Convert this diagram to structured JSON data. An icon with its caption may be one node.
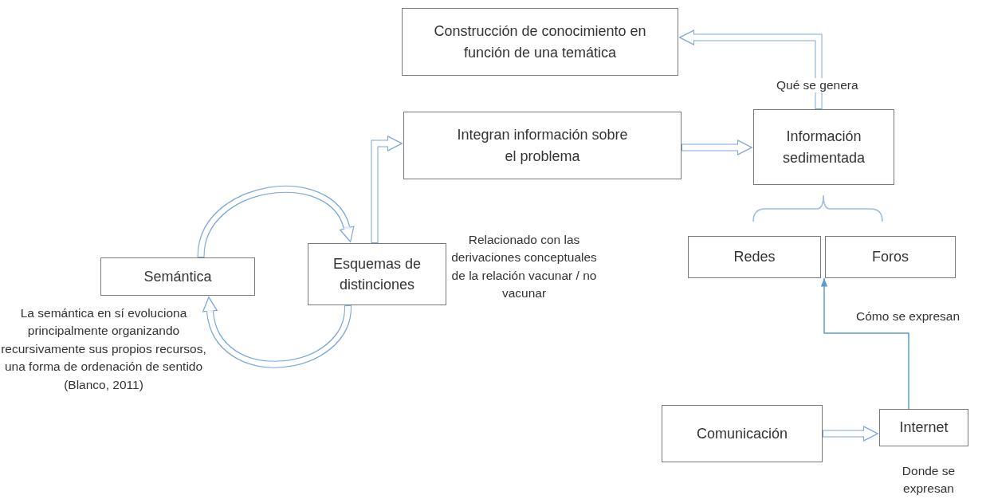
{
  "diagram": {
    "nodes": [
      {
        "text": [
          "Construcción de conocimiento en función de una temática"
        ]
      },
      {
        "text": [
          "Integran información sobre el problema"
        ]
      },
      {
        "text": [
          "Información sedimentada"
        ]
      },
      {
        "text": [
          "Semántica"
        ],
        "beside": [
          "La semántica en sí evoluciona principalmente organizando recursivamente sus propios recursos, una forma de ordenación de sentido (Blanco, 2011)"
        ]
      },
      {
        "text": [
          "Esquemas de distinciones"
        ],
        "beside": [
          "Relacionado con las derivaciones conceptuales de la relación vacunar / no vacunar"
        ]
      },
      {
        "text": [
          "Redes"
        ]
      },
      {
        "text": [
          "Foros"
        ]
      },
      {
        "text": [
          "Comunicación"
        ]
      },
      {
        "text": [
          "Internet"
        ],
        "beside": [
          "Donde se expresan"
        ]
      }
    ],
    "edges": [
      {
        "from": 4,
        "to": 1,
        "arrow": "to"
      },
      {
        "from": 3,
        "to": 4,
        "arrow": "to"
      },
      {
        "from": 4,
        "to": 3,
        "arrow": "to"
      },
      {
        "from": 1,
        "to": 2,
        "arrow": "to"
      },
      {
        "from": 2,
        "to": 0,
        "arrow": "to",
        "label": "Qué se genera"
      },
      {
        "from": 7,
        "to": 8,
        "arrow": "to"
      },
      {
        "from": 8,
        "to": 6,
        "arrow": "to",
        "color": "#5b9bd5",
        "label": "Cómo se expresan"
      }
    ]
  }
}
